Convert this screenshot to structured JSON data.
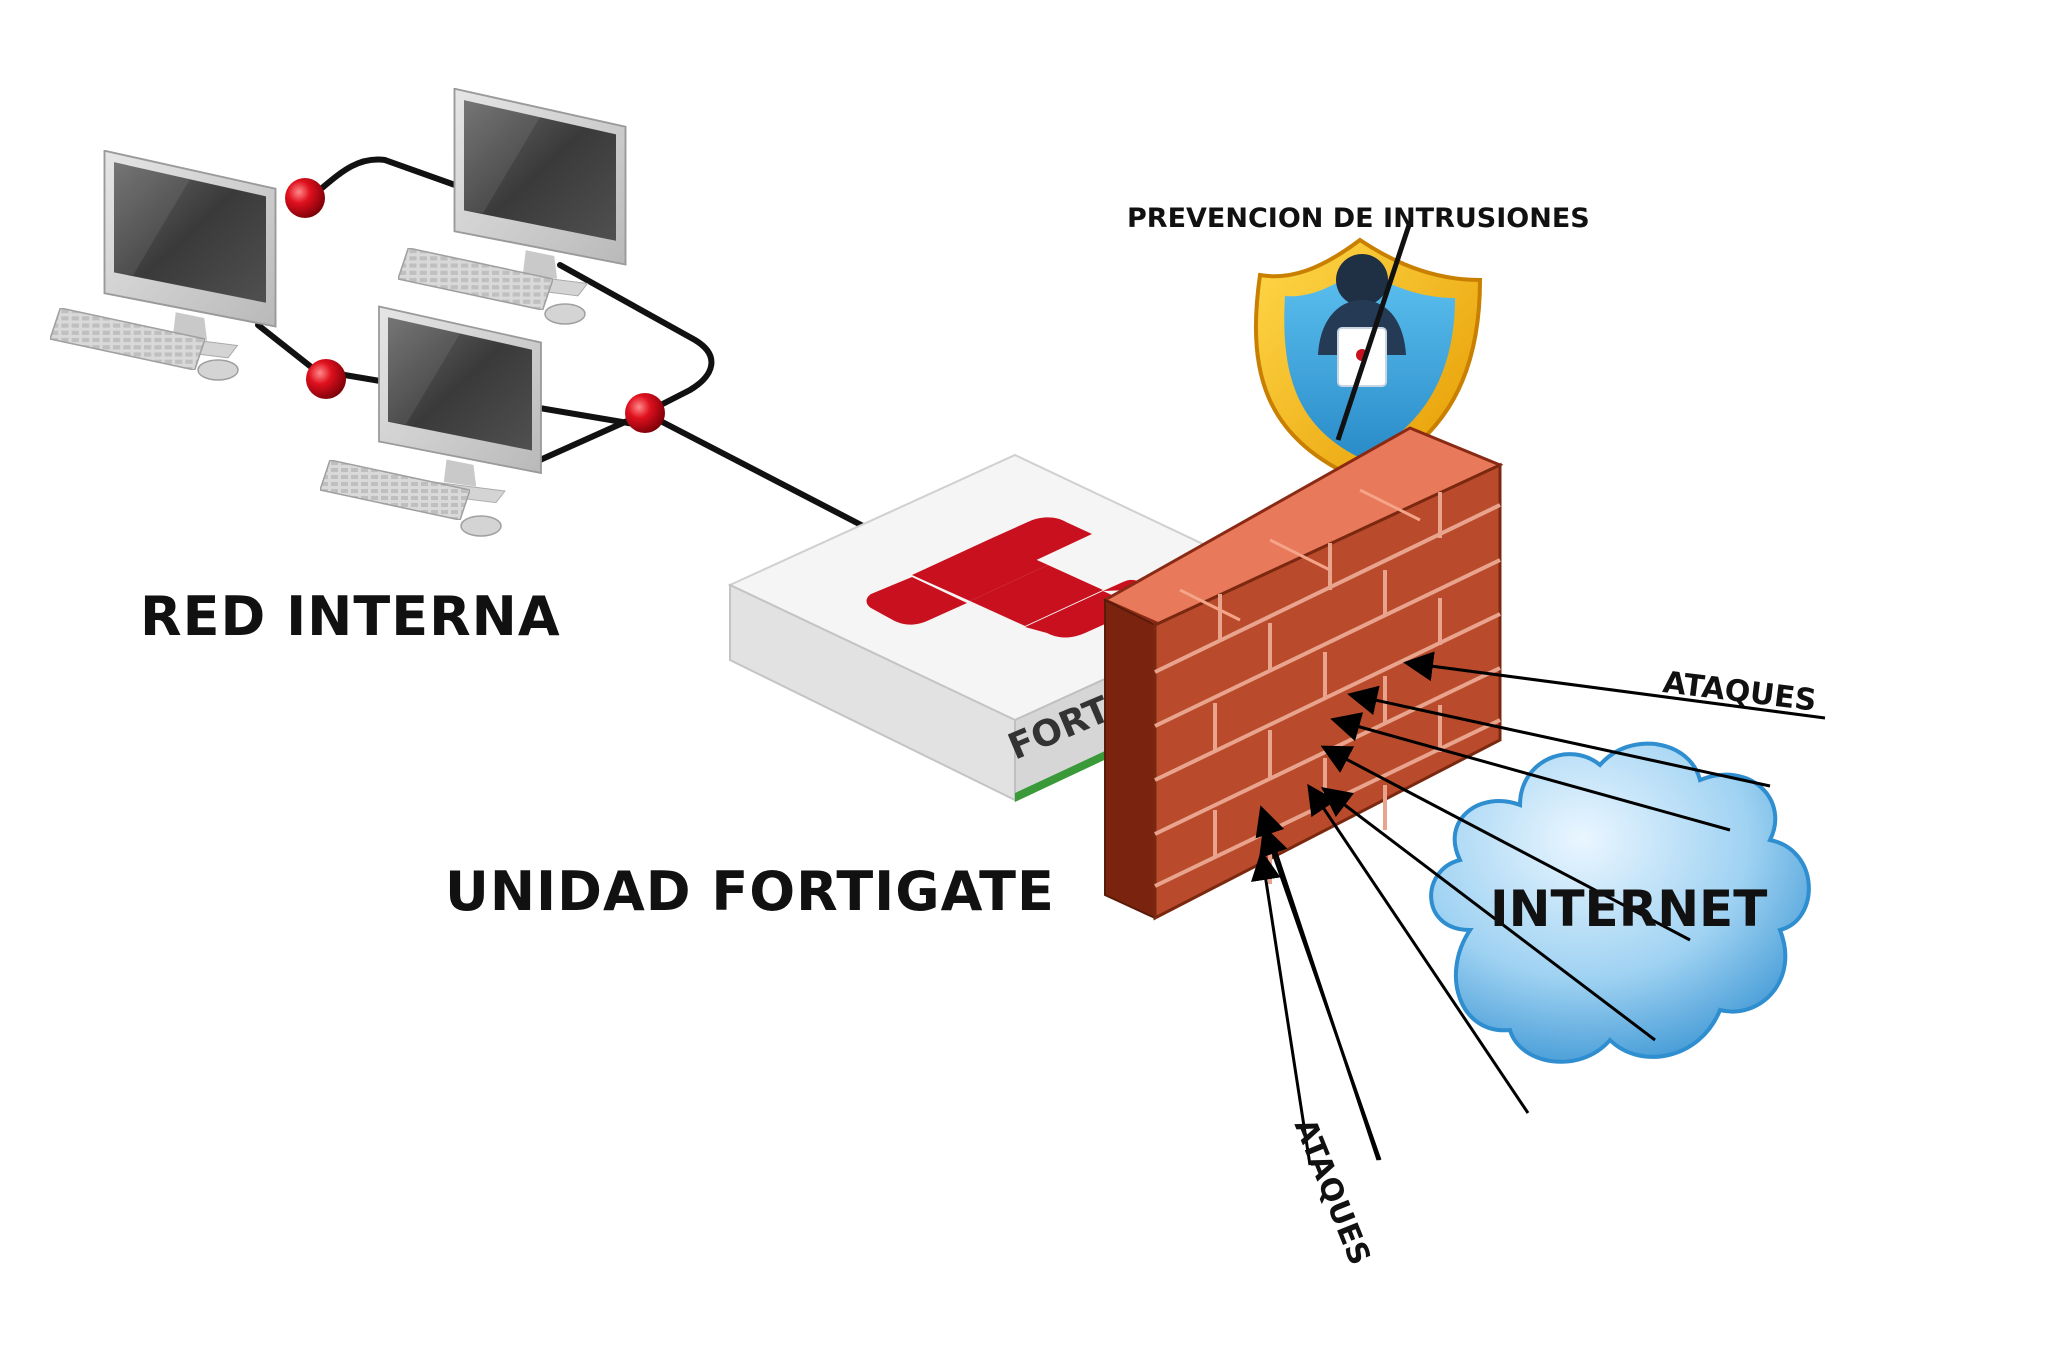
{
  "labels": {
    "red_interna": "RED INTERNA",
    "unidad_fortigate": "UNIDAD FORTIGATE",
    "internet": "INTERNET",
    "prevencion": "PREVENCION DE INTRUSIONES",
    "ataques_top": "ATAQUES",
    "ataques_bottom": "ATAQUES"
  },
  "device_brand_text": "FORT",
  "colors": {
    "background": "#ffffff",
    "brick": "#b94a2c",
    "brick_top": "#e8795a",
    "node_red": "#d01020",
    "fortinet_red": "#c8101e",
    "shield_gold": "#f5b400",
    "shield_blue": "#3aa4dc",
    "cloud_blue": "#5ab0e6",
    "text": "#111111"
  },
  "icons": [
    "computer-icon",
    "network-node-icon",
    "fortigate-device-icon",
    "firewall-wall-icon",
    "shield-icon",
    "hacker-icon",
    "cloud-icon",
    "arrow-icon"
  ]
}
